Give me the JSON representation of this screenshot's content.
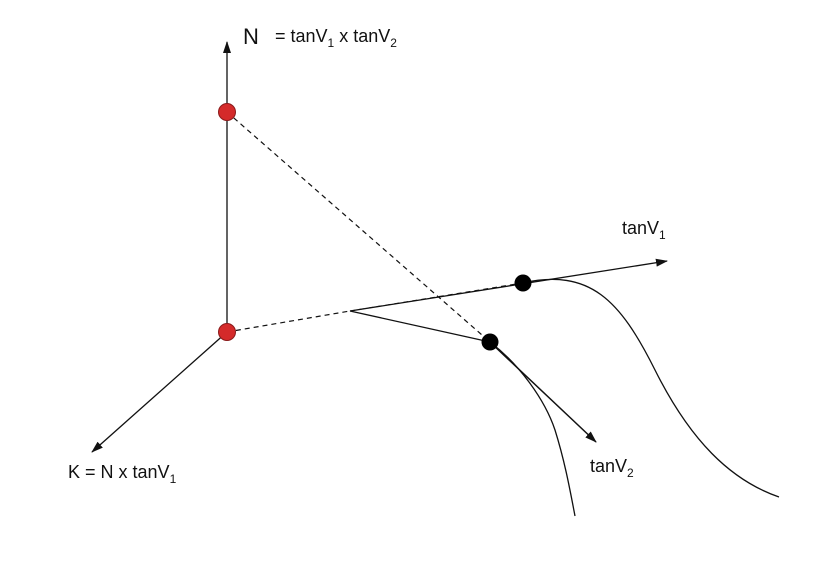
{
  "labels": {
    "n_axis": {
      "main": "N",
      "equals": "= tanV",
      "sub1": "1",
      "cross": " x tanV",
      "sub2": "2"
    },
    "tan_v1": {
      "main": "tanV",
      "sub": "1"
    },
    "tan_v2": {
      "main": "tanV",
      "sub": "2"
    },
    "k_axis": {
      "main": "K = N x tanV",
      "sub": "1"
    }
  },
  "colors": {
    "line": "#111111",
    "red_point": "#d42a2a",
    "black_point": "#000000"
  }
}
